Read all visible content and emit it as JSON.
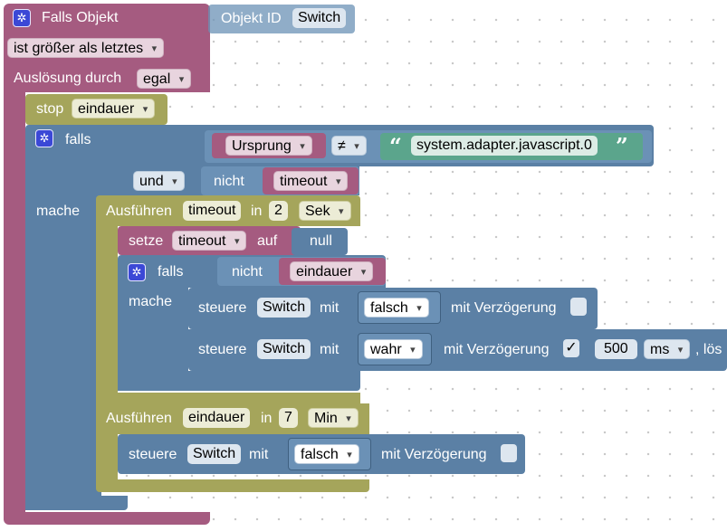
{
  "trigger": {
    "title": "Falls Objekt",
    "object_id_label": "Objekt ID",
    "object_id_value": "Switch",
    "condition": "ist größer als letztes",
    "trigger_label": "Auslösung durch",
    "trigger_value": "egal"
  },
  "stop": {
    "label": "stop",
    "value": "eindauer"
  },
  "if1": {
    "falls": "falls",
    "mache": "mache",
    "origin_dropdown": "Ursprung",
    "operator": "≠",
    "string_value": "system.adapter.javascript.0",
    "quote_open": "“",
    "quote_close": "”",
    "and_dropdown": "und",
    "not_label": "nicht",
    "timeout_var": "timeout"
  },
  "exec1": {
    "label": "Ausführen",
    "name": "timeout",
    "in_label": "in",
    "amount": "2",
    "unit": "Sek"
  },
  "set1": {
    "label": "setze",
    "var": "timeout",
    "auf": "auf",
    "value": "null"
  },
  "if2": {
    "falls": "falls",
    "not_label": "nicht",
    "var": "eindauer",
    "mache": "mache"
  },
  "control1": {
    "label": "steuere",
    "object": "Switch",
    "mit": "mit",
    "value": "falsch",
    "delay_label": "mit Verzögerung"
  },
  "control2": {
    "label": "steuere",
    "object": "Switch",
    "mit": "mit",
    "value": "wahr",
    "delay_label": "mit Verzögerung",
    "delay_check": "✓",
    "delay_amount": "500",
    "delay_unit": "ms",
    "tail": ", lös"
  },
  "exec2": {
    "label": "Ausführen",
    "name": "eindauer",
    "in_label": "in",
    "amount": "7",
    "unit": "Min"
  },
  "control3": {
    "label": "steuere",
    "object": "Switch",
    "mit": "mit",
    "value": "falsch",
    "delay_label": "mit Verzögerung"
  },
  "colors": {
    "trigger": "#a55b80",
    "logic": "#5b80a5",
    "text": "#5ba58c",
    "timeout": "#a5a55b",
    "gear": "#3b48d6"
  }
}
